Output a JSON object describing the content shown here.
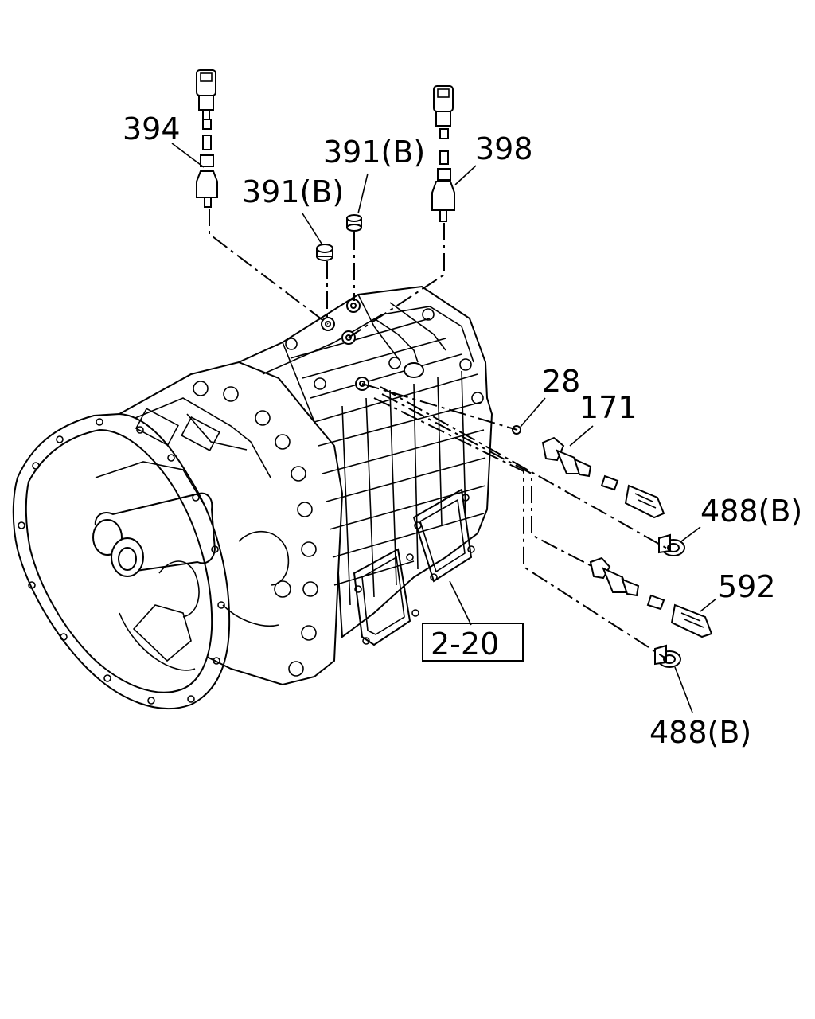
{
  "diagram": {
    "callouts": {
      "c394": "394",
      "c391b_left": "391(B)",
      "c391b_right": "391(B)",
      "c398": "398",
      "c28": "28",
      "c171": "171",
      "c488b_upper": "488(B)",
      "c592": "592",
      "c488b_lower": "488(B)",
      "ref_2_20": "2-20"
    }
  }
}
